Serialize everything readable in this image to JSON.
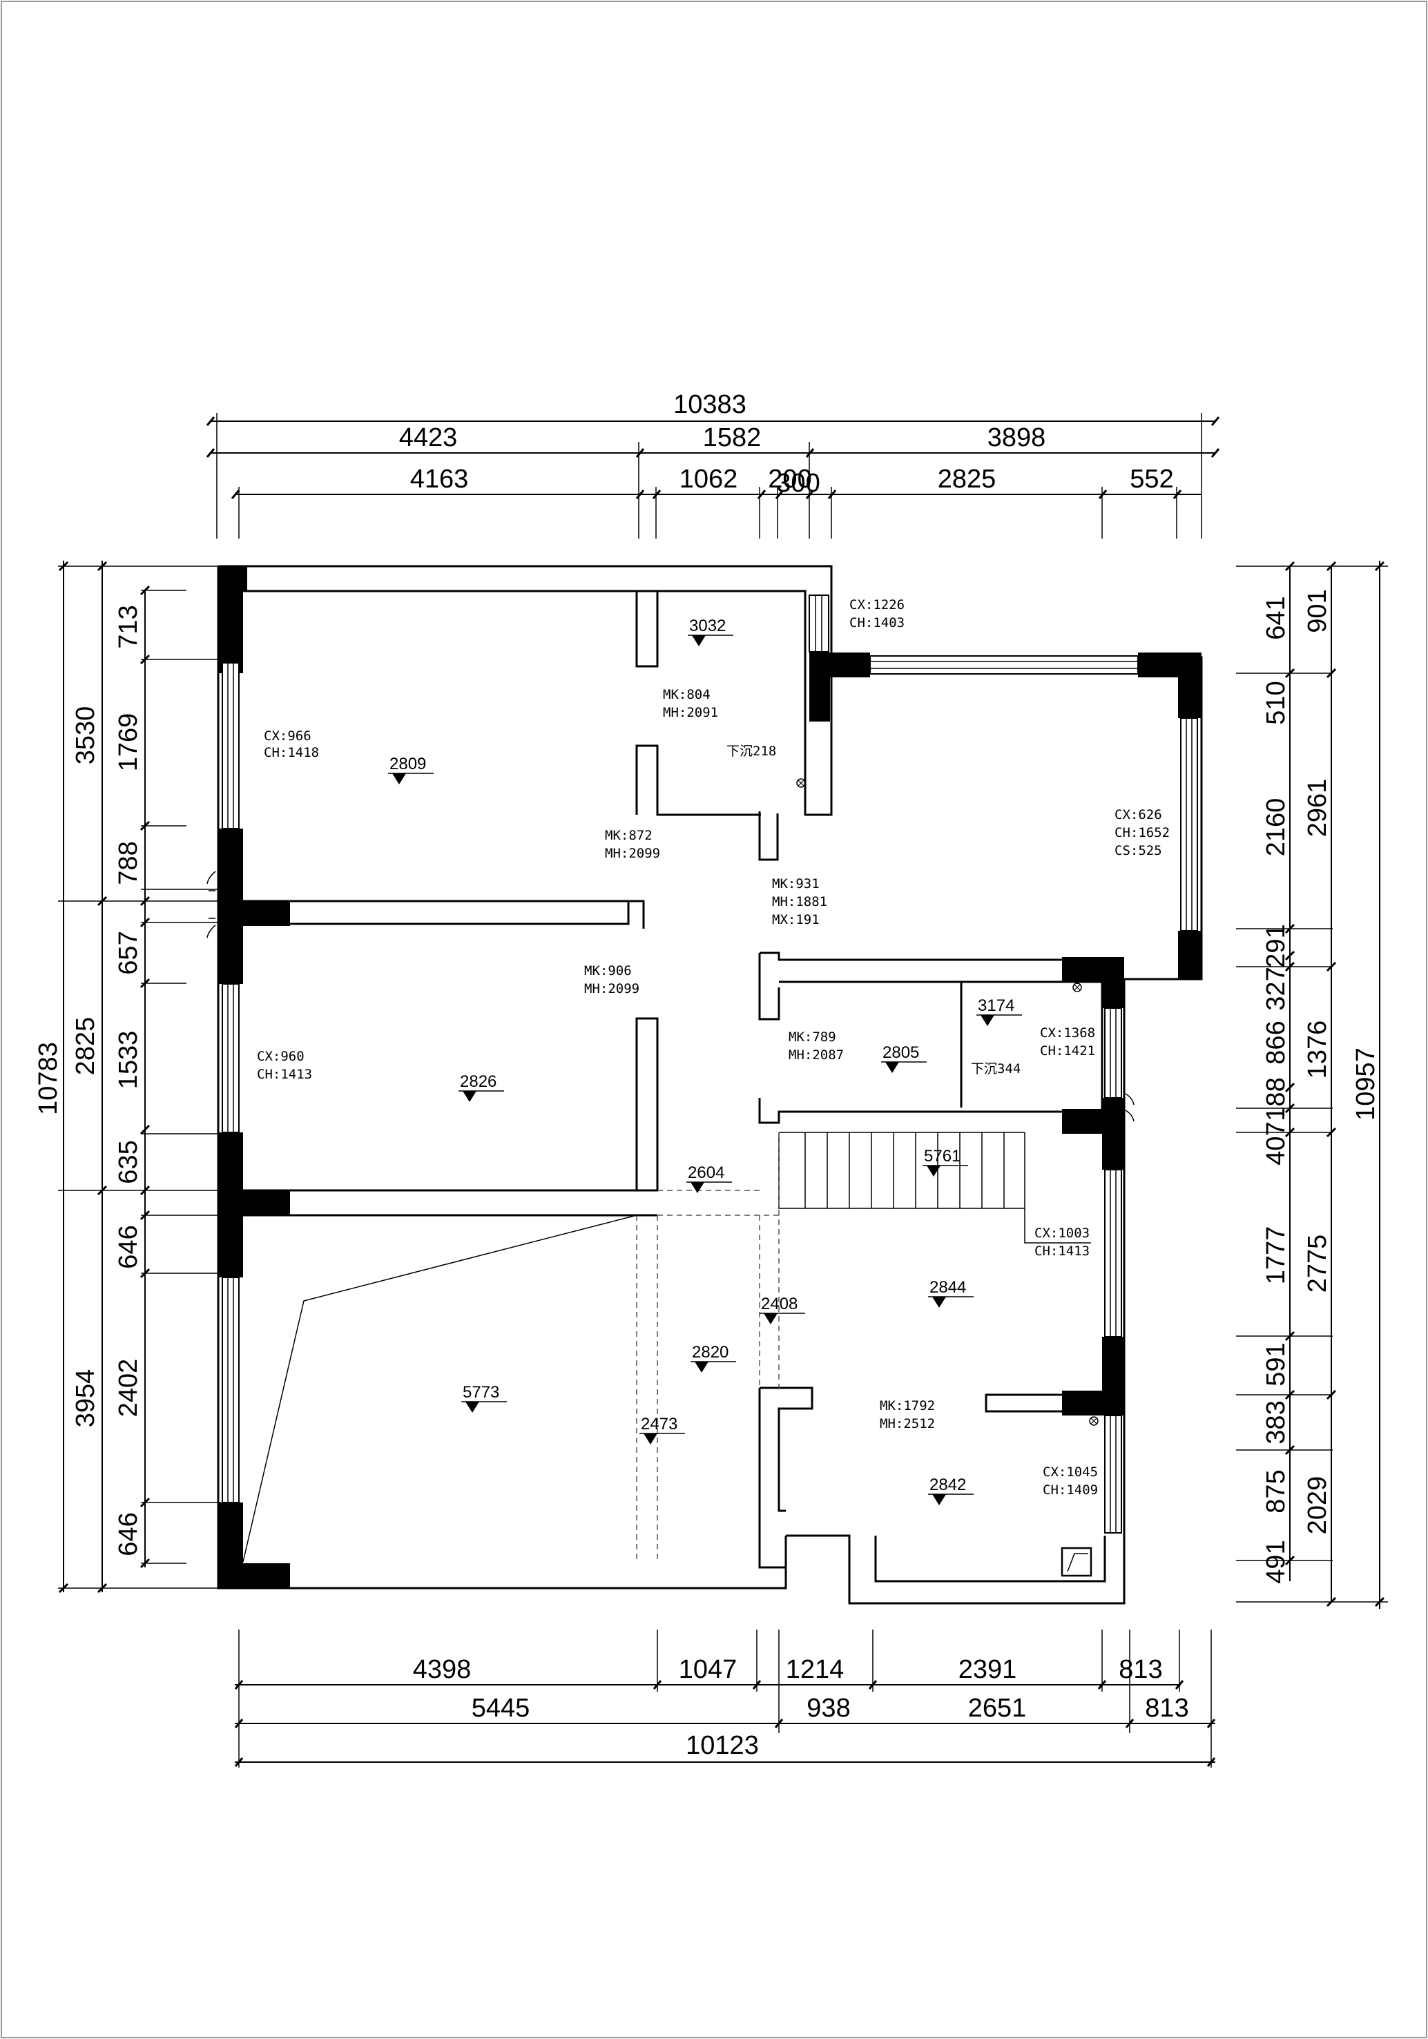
{
  "dimensions": {
    "top": {
      "overall": "10383",
      "row2": [
        "4423",
        "1582",
        "3898"
      ],
      "row3": [
        "4163",
        "1062",
        "200",
        "300",
        "2825",
        "552"
      ]
    },
    "bottom": {
      "row1": [
        "4398",
        "1047",
        "1214",
        "2391",
        "813"
      ],
      "row2": [
        "5445",
        "938",
        "2651",
        "813"
      ],
      "overall": "10123"
    },
    "left": {
      "overall": "10783",
      "row2": [
        "3530",
        "2825",
        "3954"
      ],
      "row3": [
        "713",
        "1769",
        "788",
        "657",
        "1533",
        "635",
        "646",
        "2402",
        "646"
      ]
    },
    "right": {
      "overall": "10957",
      "row2": [
        "901",
        "2961",
        "1376",
        "2775",
        "2029"
      ],
      "row3": [
        "641",
        "510",
        "2160",
        "291",
        "327",
        "866",
        "188",
        "407",
        "1777",
        "591",
        "383",
        "875",
        "491"
      ]
    }
  },
  "annotations": {
    "cx1226": "CX:1226",
    "ch1403": "CH:1403",
    "cx966": "CX:966",
    "ch1418": "CH:1418",
    "mk804": "MK:804",
    "mh2091": "MH:2091",
    "xiachen218": "下沉218",
    "mk872": "MK:872",
    "mh2099a": "MH:2099",
    "mk931": "MK:931",
    "mh1881": "MH:1881",
    "mx191": "MX:191",
    "cx626": "CX:626",
    "ch1652": "CH:1652",
    "cs525": "CS:525",
    "mk906": "MK:906",
    "mh2099b": "MH:2099",
    "cx960": "CX:960",
    "ch1413a": "CH:1413",
    "mk789": "MK:789",
    "mh2087": "MH:2087",
    "cx1368": "CX:1368",
    "ch1421": "CH:1421",
    "xiachen344": "下沉344",
    "cx1003": "CX:1003",
    "ch1413b": "CH:1413",
    "mk1792": "MK:1792",
    "mh2512": "MH:2512",
    "cx1045": "CX:1045",
    "ch1409": "CH:1409"
  },
  "elevations": {
    "e3032": "3032",
    "e2809": "2809",
    "e2826": "2826",
    "e2805": "2805",
    "e3174": "3174",
    "e5761": "5761",
    "e2604": "2604",
    "e2408": "2408",
    "e2844": "2844",
    "e2820": "2820",
    "e5773": "5773",
    "e2473": "2473",
    "e2842": "2842"
  }
}
